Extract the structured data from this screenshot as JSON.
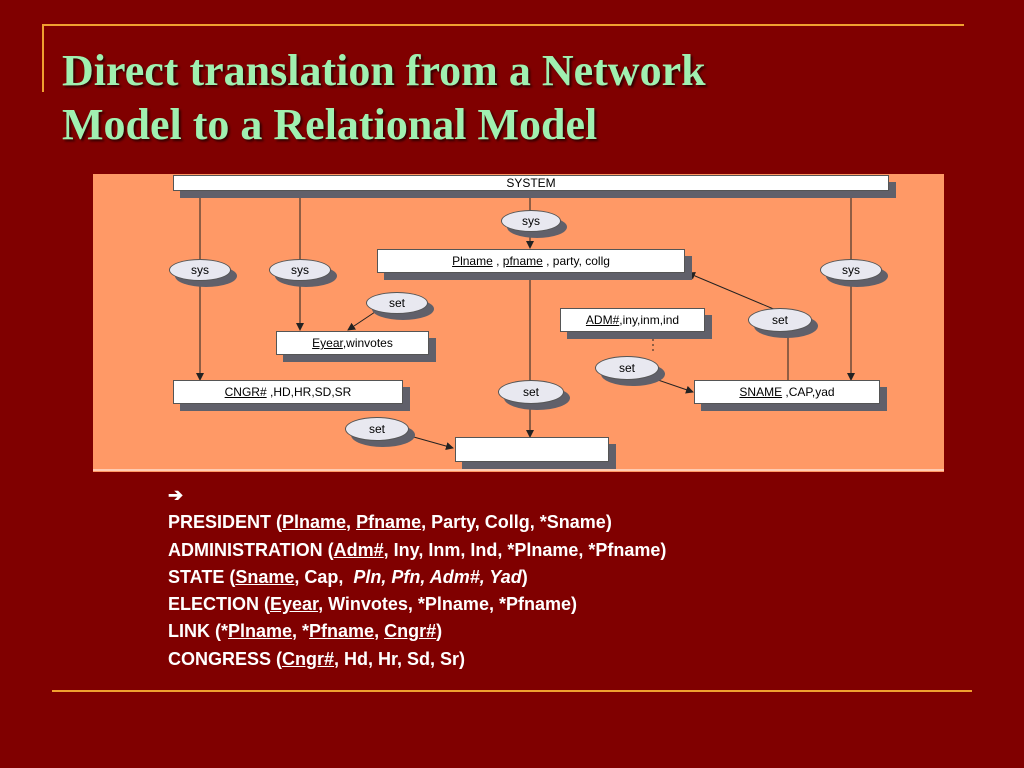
{
  "slide": {
    "title_line1": "Direct translation from a Network",
    "title_line2": "Model to a Relational Model"
  },
  "diagram": {
    "system": "SYSTEM",
    "sys_top": "sys",
    "sys_left1": "sys",
    "sys_left2": "sys",
    "sys_right": "sys",
    "president": {
      "key1": "Plname",
      "sep1": " , ",
      "key2": "pfname",
      "rest": " , party, collg"
    },
    "election": {
      "key": "Eyear",
      "rest": ",winvotes"
    },
    "administration": {
      "key": "ADM#",
      "rest": ",iny,inm,ind"
    },
    "congress": {
      "key": "CNGR#",
      "rest": " ,HD,HR,SD,SR"
    },
    "state": {
      "key": "SNAME",
      "rest": " ,CAP,yad"
    },
    "set_president": "set",
    "set_admin": "set",
    "set_state": "set",
    "set_middle": "set",
    "set_congress": "set"
  },
  "relations": {
    "arrow": "➔",
    "president": {
      "p0": "PRESIDENT (",
      "u1": "Plname",
      "p1": ", ",
      "u2": "Pfname",
      "p2": ", Party, Collg, *Sname)"
    },
    "administration": {
      "p0": "ADMINISTRATION (",
      "u1": "Adm#",
      "p1": ", Iny, Inm, Ind, *Plname, *Pfname)"
    },
    "state": {
      "p0": "STATE (",
      "u1": "Sname",
      "p1": ", Cap,  ",
      "i1": "Pln, Pfn, Adm#, Yad",
      "p2": ")"
    },
    "election": {
      "p0": "ELECTION (",
      "u1": "Eyear",
      "p1": ", Winvotes, *Plname, *Pfname)"
    },
    "link": {
      "p0": "LINK (*",
      "u1": "Plname",
      "p1": ", *",
      "u2": "Pfname",
      "p2": ", ",
      "u3": "Cngr#",
      "p3": ")"
    },
    "congress": {
      "p0": "CONGRESS (",
      "u1": "Cngr#",
      "p1": ", Hd, Hr, Sd, Sr)"
    }
  }
}
